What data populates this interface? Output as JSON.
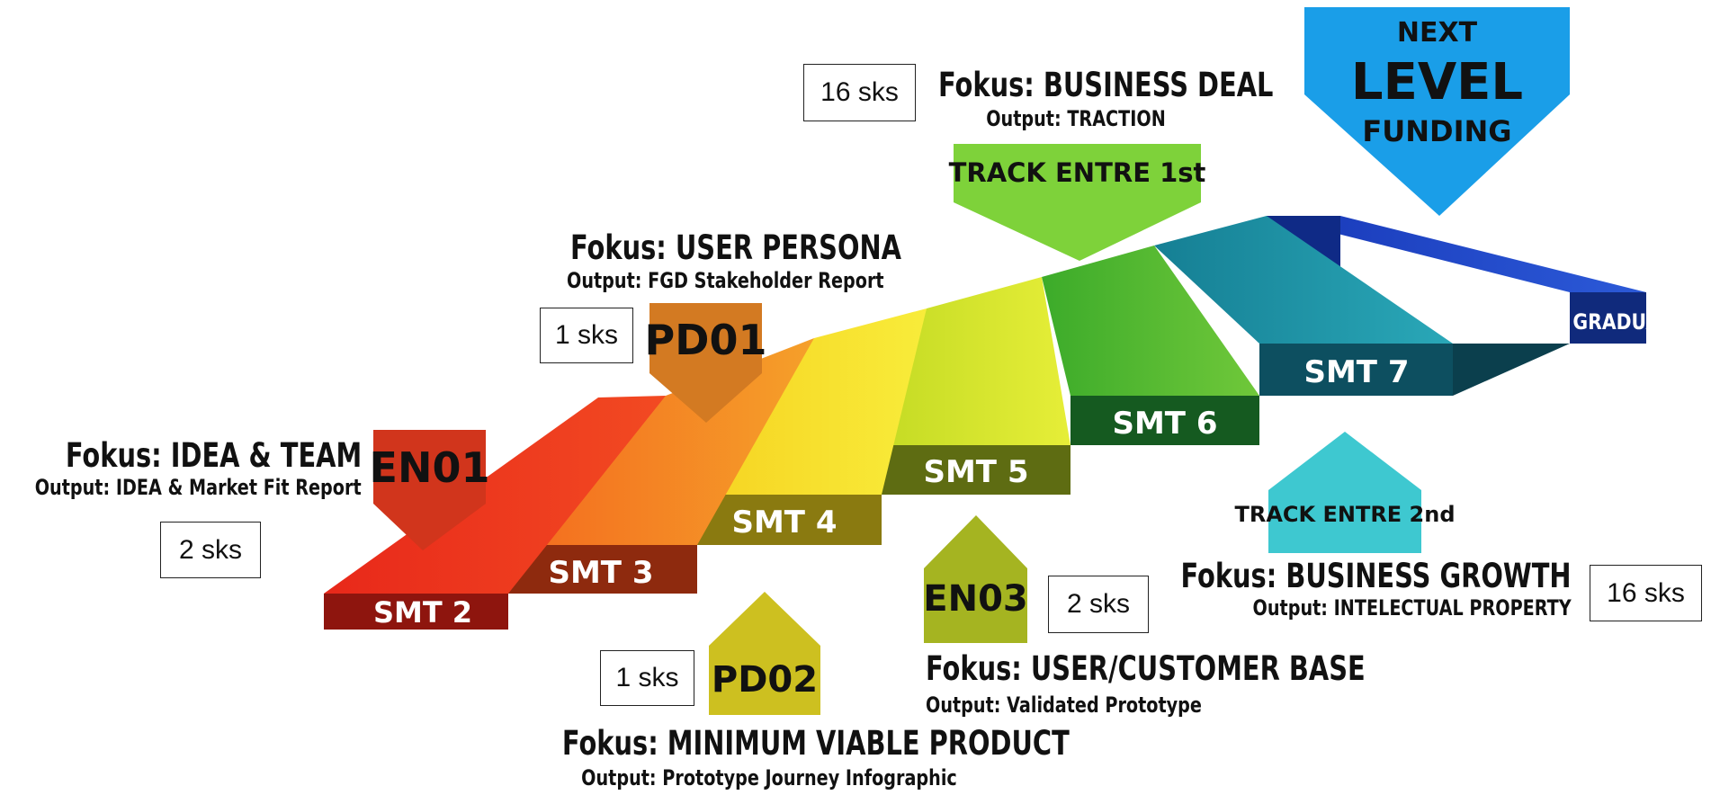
{
  "stairs": [
    {
      "label": "SMT 2",
      "color": "#e8331f"
    },
    {
      "label": "SMT 3",
      "color": "#f07a1c"
    },
    {
      "label": "SMT 4",
      "color": "#f4e21e"
    },
    {
      "label": "SMT 5",
      "color": "#c6db24"
    },
    {
      "label": "SMT 6",
      "color": "#4cb82c"
    },
    {
      "label": "SMT 7",
      "color": "#1b8fa2"
    },
    {
      "label": "POST GRADUATION",
      "color": "#1a3fc8"
    }
  ],
  "courses": {
    "en01": {
      "code": "EN01",
      "color": "#d1351c",
      "sks": "2 sks",
      "focus": "Fokus: IDEA & TEAM",
      "output": "Output: IDEA & Market Fit Report"
    },
    "pd01": {
      "code": "PD01",
      "color": "#d37a22",
      "sks": "1 sks",
      "focus": "Fokus: USER PERSONA",
      "output": "Output: FGD Stakeholder Report"
    },
    "pd02": {
      "code": "PD02",
      "color": "#cdc020",
      "sks": "1 sks",
      "focus": "Fokus: MINIMUM VIABLE PRODUCT",
      "output": "Output: Prototype Journey Infographic"
    },
    "en03": {
      "code": "EN03",
      "color": "#a5b421",
      "sks": "2 sks",
      "focus": "Fokus: USER/CUSTOMER BASE",
      "output": "Output: Validated Prototype"
    }
  },
  "tracks": {
    "first": {
      "label": "TRACK ENTRE 1st",
      "color": "#7ed23a",
      "sks": "16 sks",
      "focus": "Fokus: BUSINESS DEAL",
      "output": "Output: TRACTION"
    },
    "second": {
      "label": "TRACK ENTRE 2nd",
      "color": "#3ec8d0",
      "sks": "16 sks",
      "focus": "Fokus: BUSINESS GROWTH",
      "output": "Output: INTELECTUAL PROPERTY"
    }
  },
  "next_level": {
    "line1": "NEXT",
    "line2": "LEVEL",
    "line3": "FUNDING",
    "color": "#1a9ee8"
  }
}
